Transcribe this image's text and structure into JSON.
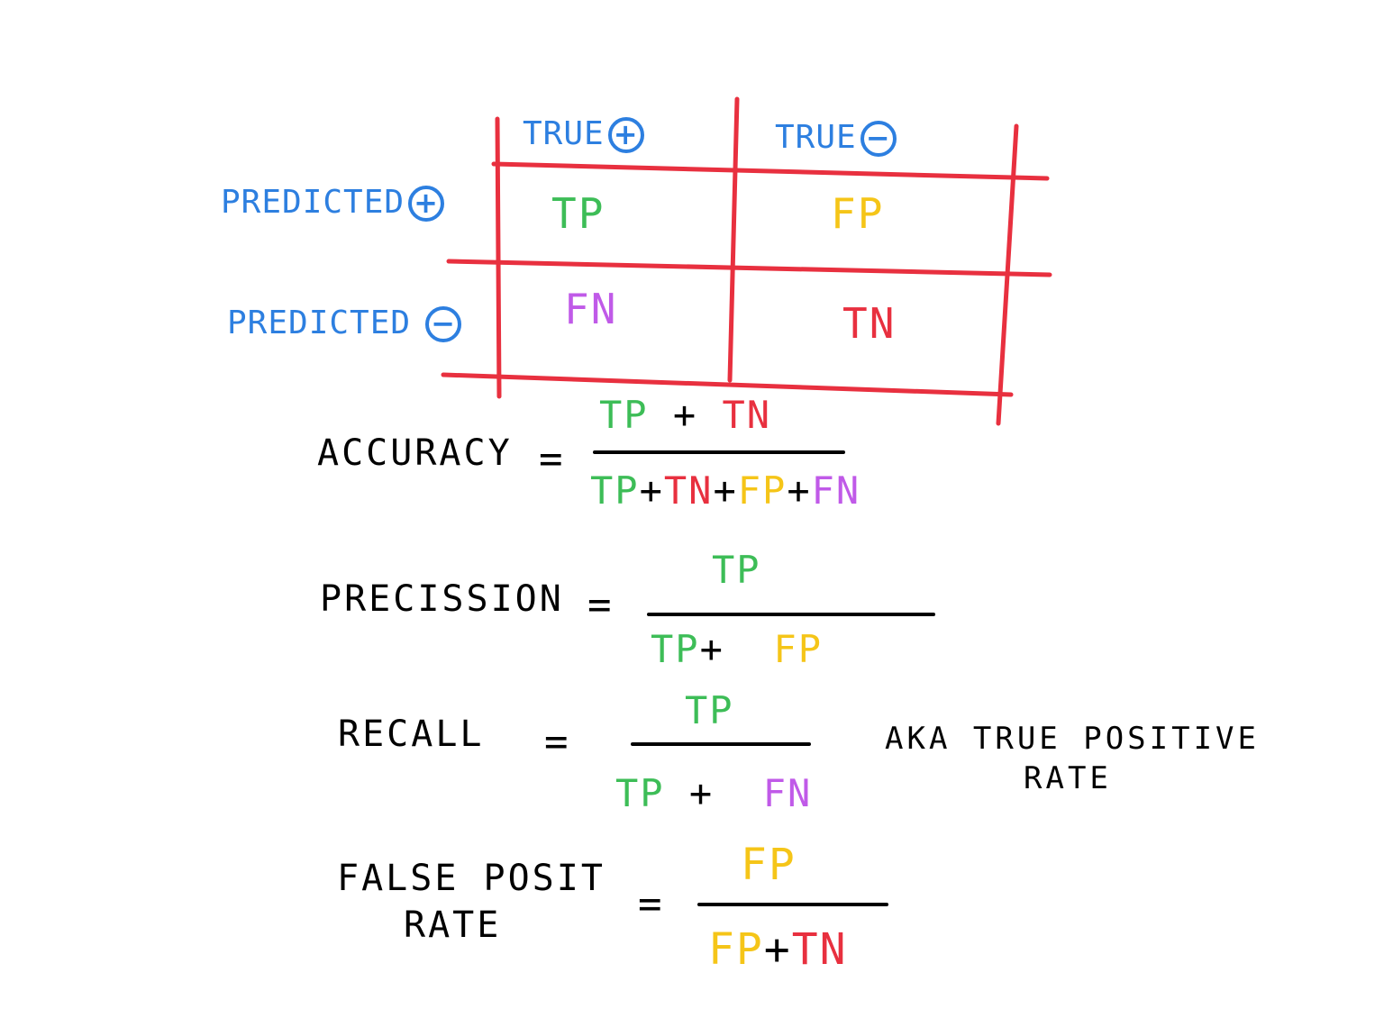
{
  "matrix": {
    "col_true_pos": "TRUE",
    "col_true_neg": "TRUE",
    "row_pred_pos": "PREDICTED",
    "row_pred_neg": "PREDICTED",
    "plus_sign": "+",
    "minus_sign": "−",
    "tp": "TP",
    "fp": "FP",
    "fn": "FN",
    "tn": "TN"
  },
  "formulas": {
    "equals": "=",
    "plus": "+",
    "accuracy": {
      "label": "ACCURACY",
      "num": [
        "TP",
        "TN"
      ],
      "den": [
        "TP",
        "TN",
        "FP",
        "FN"
      ]
    },
    "precision": {
      "label": "PRECISSION",
      "num": [
        "TP"
      ],
      "den": [
        "TP",
        "FP"
      ]
    },
    "recall": {
      "label": "RECALL",
      "num": [
        "TP"
      ],
      "den": [
        "TP",
        "FN"
      ],
      "note_line1": "AKA TRUE POSITIVE",
      "note_line2": "RATE"
    },
    "fpr": {
      "label_line1": "FALSE POSIT",
      "label_line2": "RATE",
      "num": [
        "FP"
      ],
      "den": [
        "FP",
        "TN"
      ]
    }
  },
  "colors": {
    "tp": "#3dbd57",
    "fp": "#f5c518",
    "fn": "#c05ae8",
    "tn": "#e8303f",
    "header": "#2d7fe0",
    "grid": "#e8303f",
    "text": "#000000"
  }
}
